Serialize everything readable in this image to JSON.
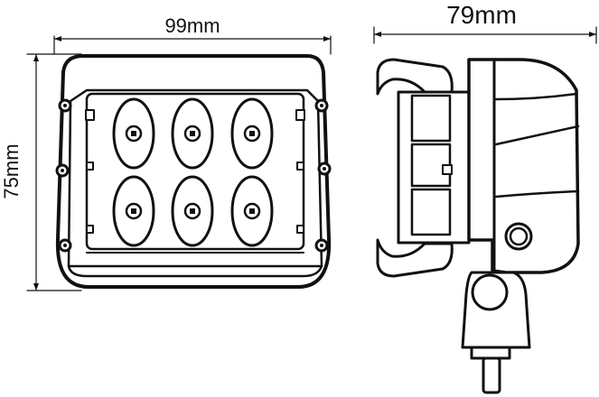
{
  "dimensions": {
    "width_label": "99mm",
    "height_label": "75mm",
    "depth_label": "79mm"
  },
  "front_view": {
    "led_rows": 2,
    "led_columns": 3,
    "screw_count": 6
  },
  "colors": {
    "line": "#111111",
    "background": "#ffffff"
  }
}
